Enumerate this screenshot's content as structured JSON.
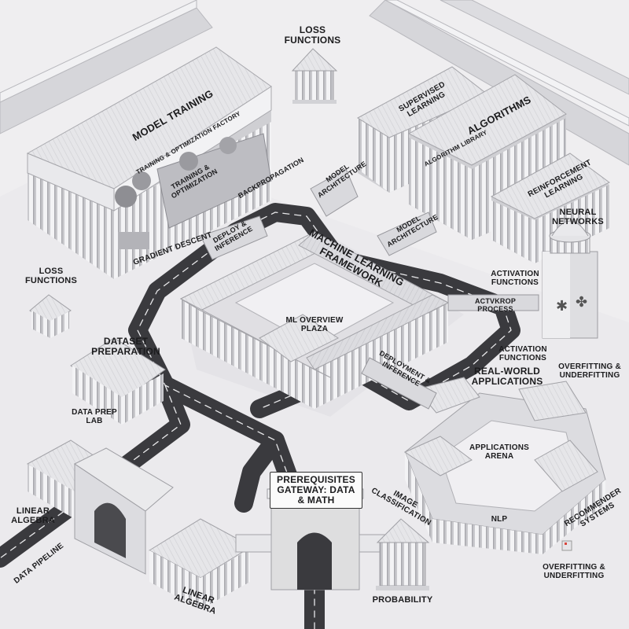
{
  "buildings": {
    "model_training": {
      "title": "MODEL TRAINING",
      "factory": "TRAINING & OPTIMIZATION FACTORY",
      "sub": "TRAINING & OPTIMIZATION",
      "backprop": "BACKPROPAGATION",
      "gradient": "GRADIENT DESCENT"
    },
    "loss_top": "LOSS FUNCTIONS",
    "loss_left": "LOSS FUNCTIONS",
    "supervised": "SUPERVISED LEARNING",
    "algorithms": {
      "title": "ALGORITHMS",
      "library": "ALGORITHM LIBRARY"
    },
    "reinforcement": "REINFORCEMENT LEARNING",
    "neural": "NEURAL NETWORKS",
    "ml_framework": {
      "title": "MACHINE LEARNING FRAMEWORK",
      "plaza": "ML OVERVIEW PLAZA"
    },
    "dataset": {
      "title": "DATASET PREPARATION",
      "lab": "DATA PREP LAB"
    },
    "applications": {
      "title": "REAL-WORLD APPLICATIONS",
      "arena": "APPLICATIONS ARENA",
      "image": "IMAGE CLASSIFICATION",
      "nlp": "NLP",
      "recommender": "RECOMMENDER SYSTEMS"
    },
    "gateway": "PREREQUISITES GATEWAY: DATA & MATH",
    "linear_left": "LINEAR ALGEBRA",
    "linear_bottom": "LINEAR ALGEBRA",
    "probability": "PROBABILITY"
  },
  "bridges": {
    "deploy_inference": "DEPLOY & INFERENCE",
    "model_arch_1": "MODEL ARCHITECTURE",
    "model_arch_2": "MODEL ARCHITECTURE",
    "activation_process": "ACTVKROP PROCESS",
    "deployment_inference": "DEPLOYMENT & INFERENCE"
  },
  "labels": {
    "activation_top": "ACTIVATION FUNCTIONS",
    "activation_bottom": "ACTIVATION FUNCTIONS",
    "overfitting_1": "OVERFITTING & UNDERFITTING",
    "overfitting_2": "OVERFITTING & UNDERFITTING",
    "data_pipeline": "DATA PIPELINE"
  }
}
